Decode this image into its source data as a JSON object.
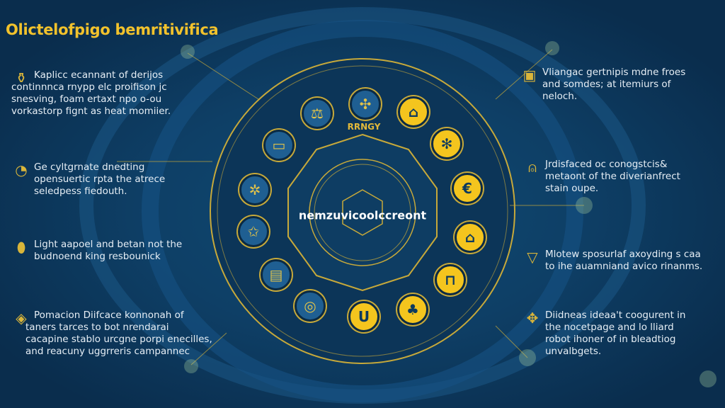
{
  "title": "Olictelofpigo bemritivifica",
  "center_label": "nemzuvicoolccreont",
  "ring_label": "RRNGY",
  "colors": {
    "background": "#0d3a5e",
    "accent": "#f2c22c",
    "text": "#e6eef5"
  },
  "left_items": [
    {
      "icon": "flask-icon",
      "text": "Kaplicc ecannant of derijos\ncontinnnca rnypp elc proifison jc\nsnesving, foam ertaxt npo o-ou\nvorkastorp fignt as heat momiier."
    },
    {
      "icon": "gauge-icon",
      "text": "Ge cyltgrnate dnedting\nopensuertic rpta the atrece\nseledpess fiedouth."
    },
    {
      "icon": "capsule-icon",
      "text": "Light aapoel and betan not the\nbudnoend king resbounick"
    },
    {
      "icon": "diamond-icon",
      "text": "Pomacion Diifcace konnonah of\ntaners tarces to bot nrendarai\ncacapine stablo urcgne porpi enecilles,\nand reacuny uggrreris campannec"
    }
  ],
  "right_items": [
    {
      "icon": "document-icon",
      "text": "Vliangac gertnipis mdne froes\nand somdes; at itemiurs of\nneloch."
    },
    {
      "icon": "lock-icon",
      "text": "Jrdisfaced oc conogstcis&\nmetaont of the diverianfrect\nstain oupe."
    },
    {
      "icon": "shield-face-icon",
      "text": "Mlotew sposurlaf axoyding s caa\nto ihe auamniand avico rinanms."
    },
    {
      "icon": "puzzle-icon",
      "text": "Diidneas ideaa't coogurent in\nthe nocetpage and lo lliard\nrobot ihoner of in bleadtiog\nunvalbgets."
    }
  ],
  "nodes": [
    {
      "icon": "network-icon",
      "glyph": "✣",
      "style": "blue"
    },
    {
      "icon": "house-icon",
      "glyph": "⌂",
      "style": "yellow"
    },
    {
      "icon": "tree-icon",
      "glyph": "✻",
      "style": "yellow"
    },
    {
      "icon": "euro-icon",
      "glyph": "€",
      "style": "yellow"
    },
    {
      "icon": "bank-icon",
      "glyph": "⌂",
      "style": "yellow"
    },
    {
      "icon": "lock-icon",
      "glyph": "⊓",
      "style": "yellow"
    },
    {
      "icon": "person-icon",
      "glyph": "♣",
      "style": "yellow"
    },
    {
      "icon": "magnet-icon",
      "glyph": "U",
      "style": "yellow"
    },
    {
      "icon": "globe-icon",
      "glyph": "◎",
      "style": "blue"
    },
    {
      "icon": "server-icon",
      "glyph": "▤",
      "style": "blue"
    },
    {
      "icon": "star-icon",
      "glyph": "✩",
      "style": "blue"
    },
    {
      "icon": "molecule-icon",
      "glyph": "✲",
      "style": "blue"
    },
    {
      "icon": "card-icon",
      "glyph": "▭",
      "style": "blue"
    },
    {
      "icon": "scale-icon",
      "glyph": "⚖",
      "style": "blue"
    }
  ]
}
